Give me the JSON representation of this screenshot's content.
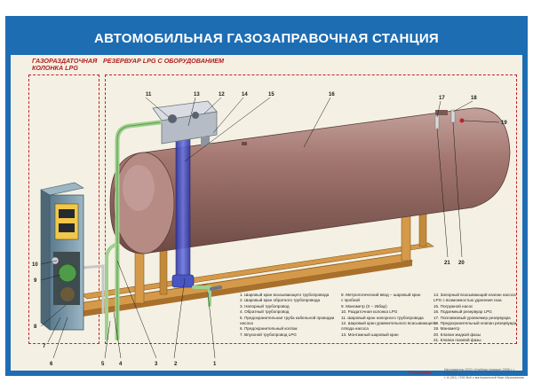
{
  "title": "АВТОМОБИЛЬНАЯ ГАЗОЗАПРАВОЧНАЯ СТАНЦИЯ",
  "sections": {
    "dispenser_line1": "ГАЗОРАЗДАТОЧНАЯ",
    "dispenser_line2": "КОЛОНКА LPG",
    "tank": "РЕЗЕРВУАР LPG С ОБОРУДОВАНИЕМ"
  },
  "callouts": [
    "1",
    "2",
    "3",
    "4",
    "5",
    "6",
    "7",
    "8",
    "9",
    "10",
    "11",
    "12",
    "13",
    "14",
    "15",
    "16",
    "17",
    "18",
    "19",
    "20",
    "21"
  ],
  "legend": {
    "col1": [
      "1. Шаровый кран всасывающего трубопровода",
      "2. Шаровый кран обратного трубопровода",
      "3. Напорный трубопровод",
      "4. Обратный трубопровод",
      "5. Предохранительная труба кабельной проводки",
      "   насоса",
      "6. Предохранительный колпак",
      "7. Впускной трубопровод LPG"
    ],
    "col2": [
      "8. Метрологический ввод – шаровый кран",
      "   с пробкой",
      "9. Манометр (0 – 25бар)",
      "10. Раздаточная колонка LPG",
      "11. Шаровый кран напорного трубопровода",
      "12. Шаровый кран уравнительного всасывающего",
      "    отвода насоса",
      "13. Монтажный шаровый кран"
    ],
    "col3": [
      "14. Запорный всасывающий клапан насоса",
      "LPG с возможностью удаления газа",
      "15. Погружной насос",
      "16. Подземный резервуар LPG",
      "17. Поплавковый уровнемер резервуара",
      "18. Предохранительный клапан резервуара",
      "19. Манометр",
      "20. Клапан жидкой фазы",
      "21. Клапан газовой фазы"
    ]
  },
  "footer": {
    "brand": "Учтехника",
    "note_line1": "Изготовитель ООО «Учебная техника» 2008 г. г. Челябинск",
    "note_line2": "т. 8 (351) 7290 Всё о материальной базе образования"
  },
  "colors": {
    "frame": "#1d6db3",
    "tank": "#9b6f68",
    "labels": "#b21e1e",
    "frame_rails": "#c28a3a",
    "pump": "#4a55c4",
    "pipes": "#a6d99a"
  }
}
